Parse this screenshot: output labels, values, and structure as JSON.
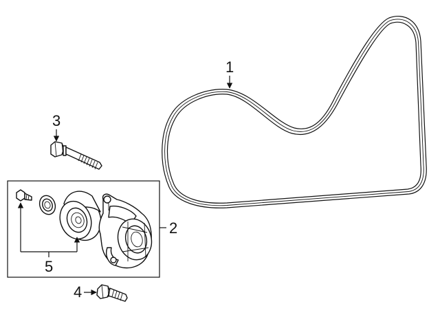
{
  "diagram": {
    "callouts": {
      "c1": "1",
      "c2": "2",
      "c3": "3",
      "c4": "4",
      "c5": "5"
    }
  },
  "colors": {
    "line": "#111111",
    "background": "#ffffff"
  }
}
